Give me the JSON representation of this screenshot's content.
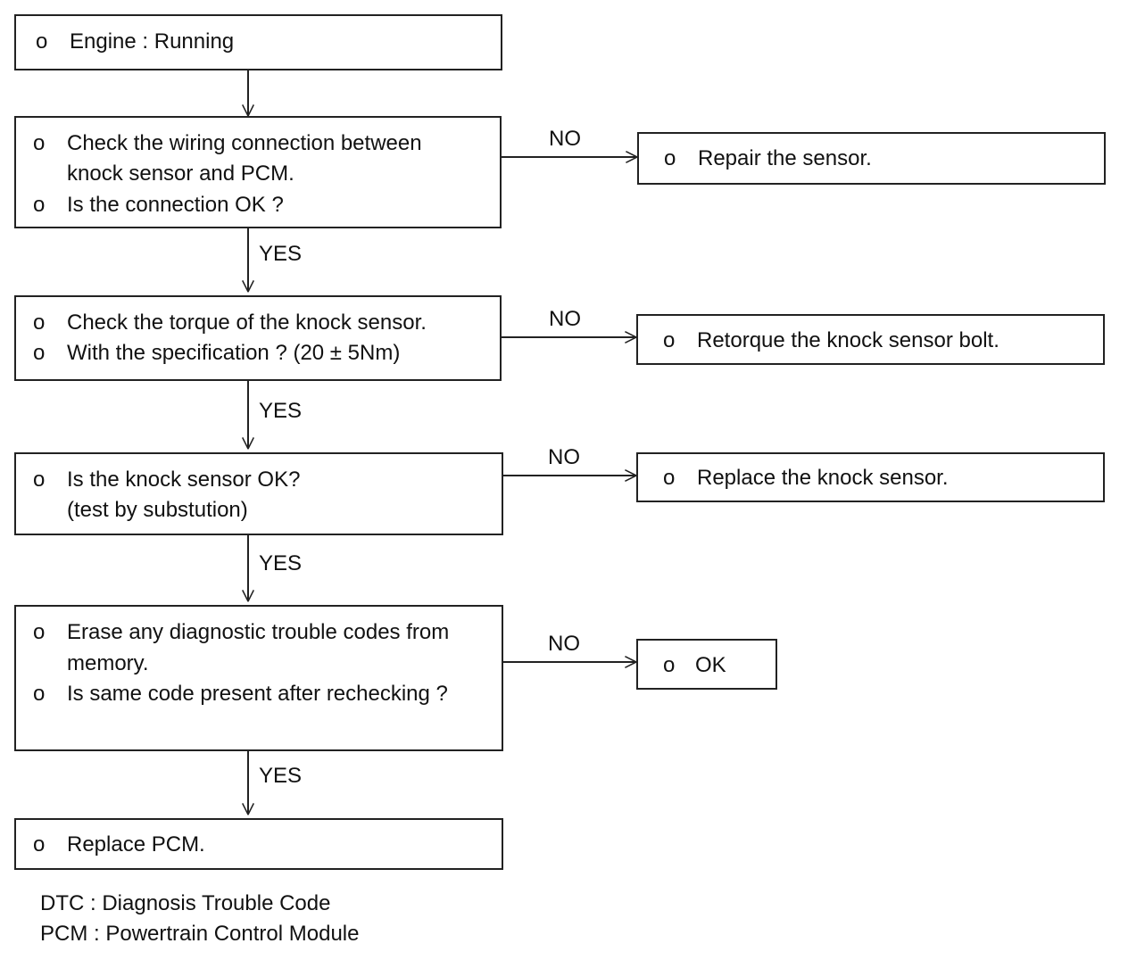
{
  "bullet": "o",
  "labels": {
    "yes": "YES",
    "no": "NO"
  },
  "steps": [
    {
      "lines": [
        "Engine : Running"
      ]
    },
    {
      "lines": [
        "Check the wiring connection between",
        "knock sensor and PCM.",
        "Is the connection OK ?"
      ]
    },
    {
      "lines": [
        "Check the torque of the knock sensor.",
        "With the specification ? (20 ± 5Nm)"
      ]
    },
    {
      "lines": [
        "Is the knock sensor OK?",
        "(test by substution)"
      ]
    },
    {
      "lines": [
        "Erase any diagnostic trouble codes from",
        "memory.",
        "Is same code present after rechecking ?"
      ]
    },
    {
      "lines": [
        "Replace PCM."
      ]
    }
  ],
  "actions": [
    {
      "text": "Repair the sensor."
    },
    {
      "text": "Retorque the knock sensor bolt."
    },
    {
      "text": "Replace the knock sensor."
    },
    {
      "text": "OK"
    }
  ],
  "legend": [
    "DTC : Diagnosis Trouble Code",
    "PCM : Powertrain Control Module"
  ]
}
